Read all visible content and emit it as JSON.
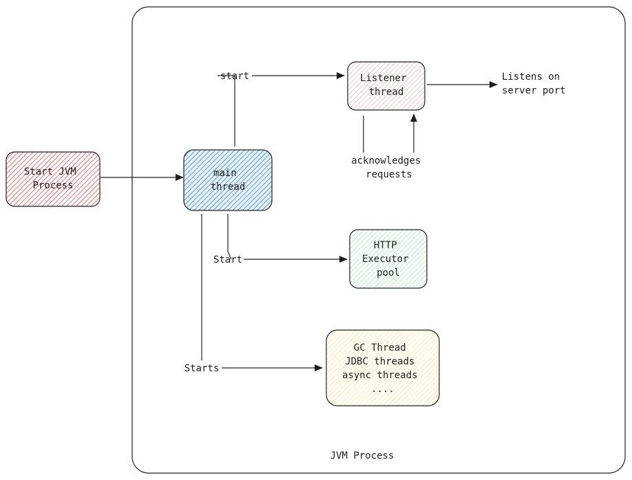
{
  "container": {
    "label": "JVM Process"
  },
  "nodes": {
    "start_jvm": {
      "lines": [
        "Start JVM",
        "Process"
      ],
      "fill": "#ffc9c9",
      "hatch": "#e03131"
    },
    "main_thread": {
      "lines": [
        "main",
        "thread"
      ],
      "fill": "#a5d8ff",
      "hatch": "#1971c2"
    },
    "listener_thread": {
      "lines": [
        "Listener",
        "thread"
      ],
      "fill": "#ffe3e3",
      "hatch": "#f08c8c"
    },
    "http_executor": {
      "lines": [
        "HTTP",
        "Executor",
        "pool"
      ],
      "fill": "#d3f9d8",
      "hatch": "#69db7c"
    },
    "misc_threads": {
      "lines": [
        "GC Thread",
        "JDBC threads",
        "async threads",
        "...."
      ],
      "fill": "#fff9db",
      "hatch": "#ffe066"
    }
  },
  "edge_labels": {
    "start": "start",
    "Start": "Start",
    "Starts": "Starts",
    "listens": [
      "Listens on",
      "server port"
    ],
    "acknowledges": [
      "acknowledges",
      "requests"
    ]
  }
}
